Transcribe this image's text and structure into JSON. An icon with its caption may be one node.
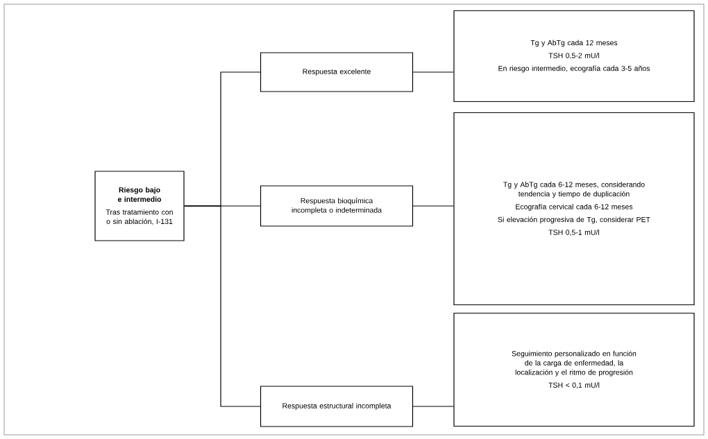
{
  "diagram": {
    "nodes": [
      {
        "text": [
          "Riesgo bajo e intermedio",
          "Tras tratamiento con o sin ablación, I-131"
        ]
      },
      {
        "text": [
          "Respuesta excelente"
        ]
      },
      {
        "text": [
          "Respuesta bioquímica incompleta o indeterminada"
        ]
      },
      {
        "text": [
          "Respuesta estructural incompleta"
        ]
      },
      {
        "text": [
          "Tg y AbTg cada 12 meses",
          "TSH 0,5-2 mU/l",
          "En riesgo intermedio, ecografía cada 3-5 años"
        ]
      },
      {
        "text": [
          "Tg y AbTg cada 6-12 meses, considerando tendencia y tiempo de duplicación",
          "Ecografía cervical cada 6-12 meses",
          "Si elevación progresiva de Tg, considerar PET",
          "TSH 0,5-1 mU/l"
        ]
      },
      {
        "text": [
          "Seguimiento personalizado en función de la carga de enfermedad, la localización y el ritmo de progresión",
          "TSH < 0,1 mU/l"
        ]
      }
    ],
    "edges": [
      {
        "from": 0,
        "to": 1,
        "arrow": "none"
      },
      {
        "from": 0,
        "to": 2,
        "arrow": "none"
      },
      {
        "from": 0,
        "to": 3,
        "arrow": "none"
      },
      {
        "from": 1,
        "to": 4,
        "arrow": "none"
      },
      {
        "from": 2,
        "to": 5,
        "arrow": "none"
      },
      {
        "from": 3,
        "to": 6,
        "arrow": "none"
      }
    ]
  }
}
